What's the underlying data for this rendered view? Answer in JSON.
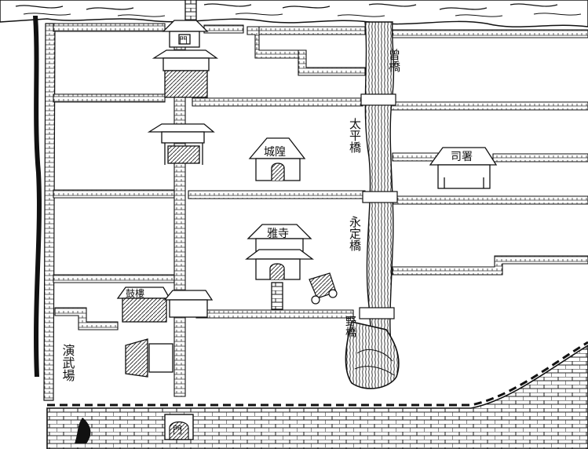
{
  "labels": {
    "north_bridge": "曾橋",
    "taiping_bridge": "太平橋",
    "yongding_bridge": "永定橋",
    "lower_bridge": "野橋",
    "city_god_temple": "城隍",
    "temple_building": "雅寺",
    "office_building": "司署",
    "drill_ground": "演武場",
    "hall_left": "鼓樓",
    "south_gate": "門",
    "north_gate": "門"
  }
}
